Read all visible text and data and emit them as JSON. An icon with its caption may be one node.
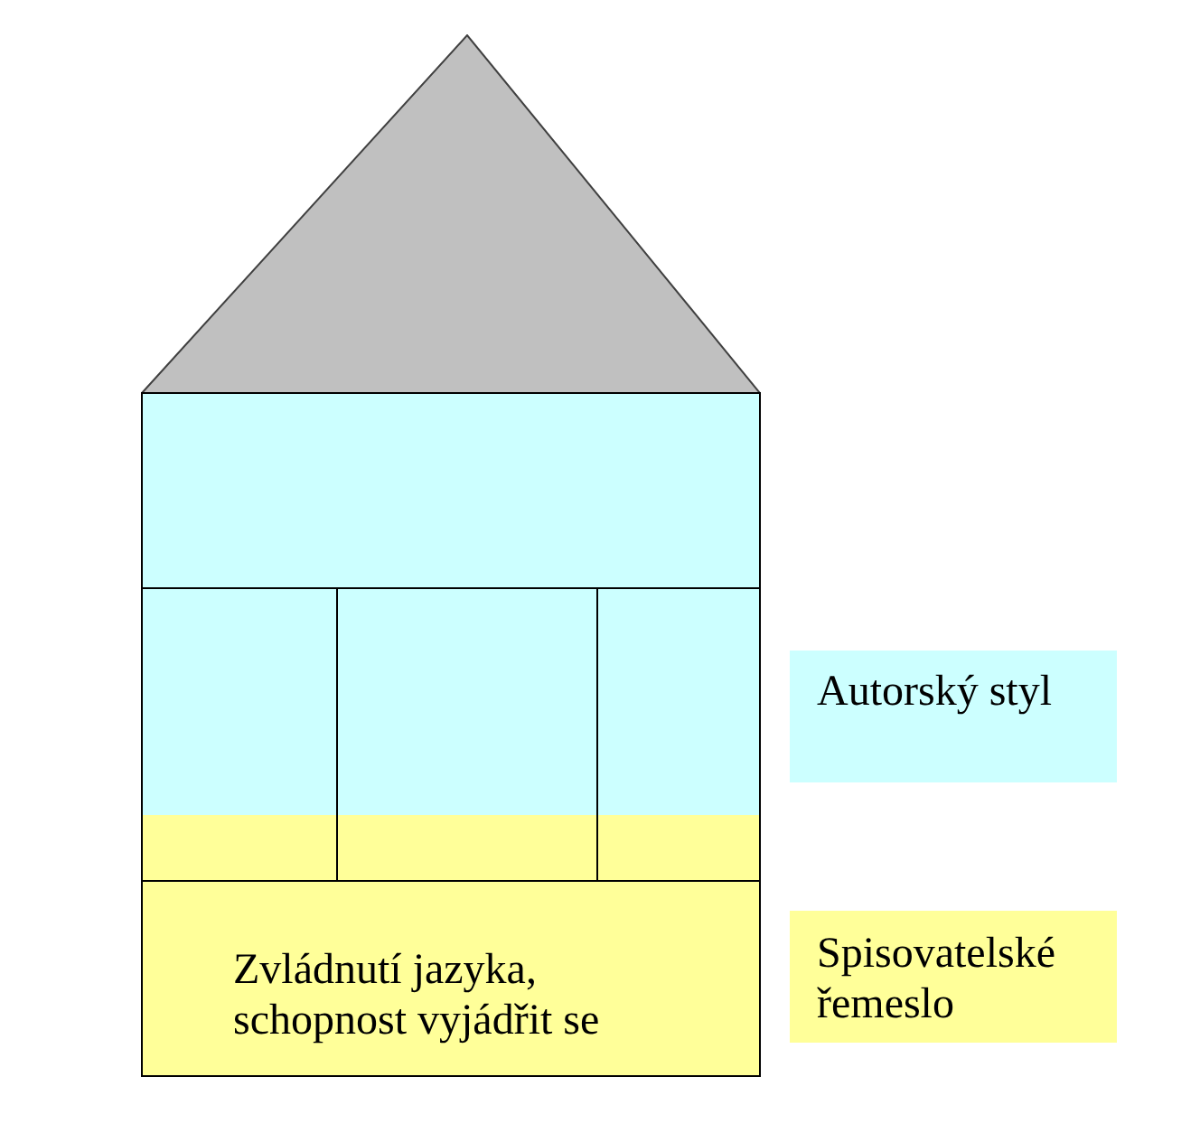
{
  "diagram": {
    "nodes": [
      {
        "text": [],
        "shape": "triangle"
      },
      {
        "text": [],
        "shape": "box"
      },
      {
        "text": [],
        "shape": "box"
      },
      {
        "text": [],
        "shape": "box"
      },
      {
        "text": [],
        "shape": "box"
      },
      {
        "text": [
          "Zvládnutí jazyka, schopnost vyjádřit se"
        ]
      },
      {
        "text": [
          "Autorský styl"
        ]
      },
      {
        "text": [
          "Spisovatelské řemeslo"
        ]
      }
    ]
  }
}
